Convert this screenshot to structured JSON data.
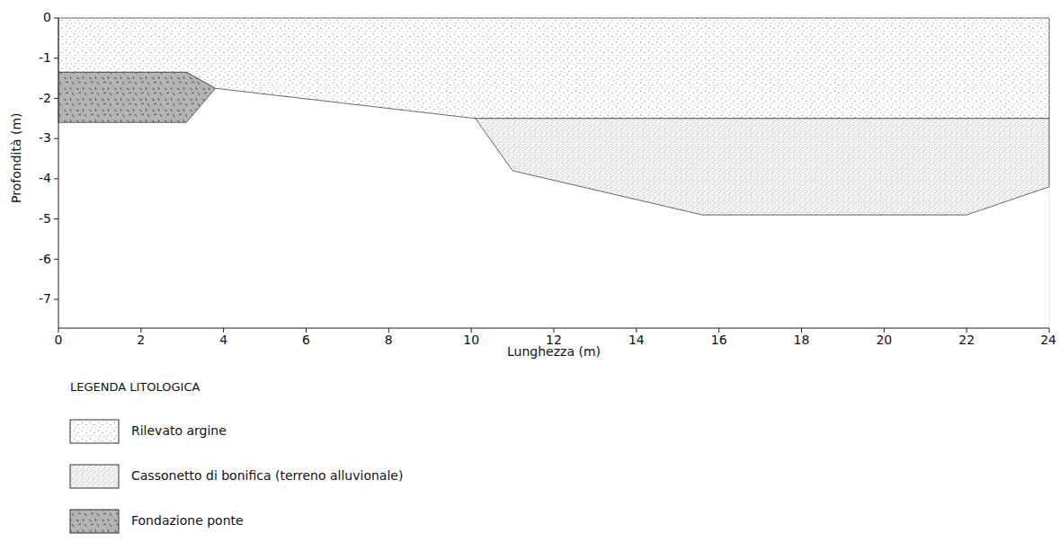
{
  "diagram": {
    "labels": [
      "Profondità (m)",
      "0",
      "-1",
      "-2",
      "-3",
      "-4",
      "-5",
      "-6",
      "-7",
      "0",
      "2",
      "4",
      "6",
      "8",
      "10",
      "12",
      "14",
      "16",
      "18",
      "20",
      "22",
      "24",
      "Lunghezza (m)",
      "LEGENDA LITOLOGICA"
    ],
    "legend": [
      {
        "text": "Rilevato argine"
      },
      {
        "text": "Cassonetto di bonifica (terreno alluvionale)"
      },
      {
        "text": "Fondazione ponte"
      }
    ]
  }
}
